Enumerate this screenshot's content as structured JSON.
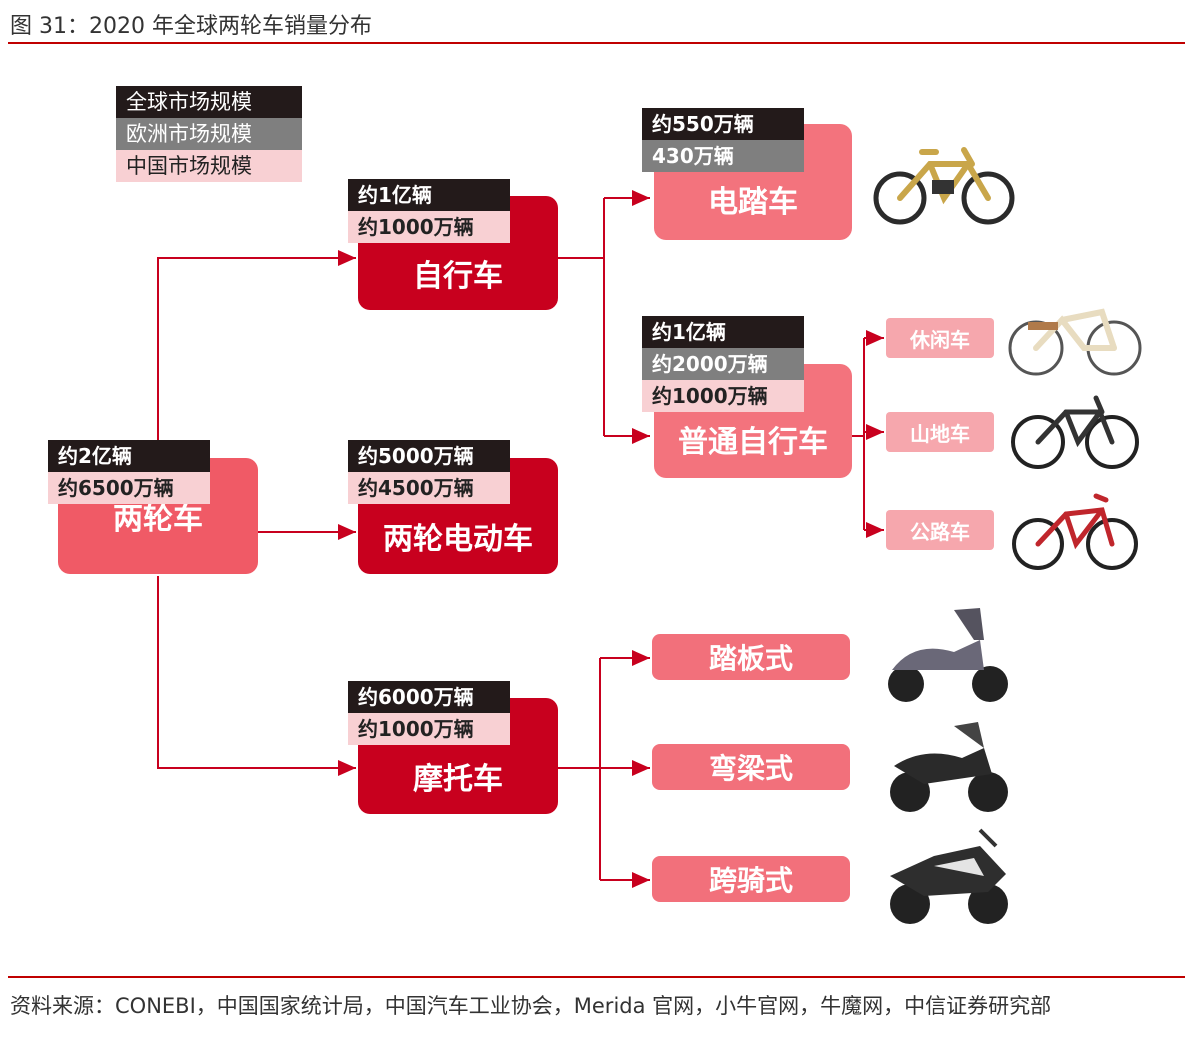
{
  "figure_title": "图 31：2020 年全球两轮车销量分布",
  "legend": [
    "全球市场规模",
    "欧洲市场规模",
    "中国市场规模"
  ],
  "nodes": {
    "two_wheeler": {
      "name": "两轮车",
      "global": "约2亿辆",
      "china": "约6500万辆"
    },
    "bicycle": {
      "name": "自行车",
      "global": "约1亿辆",
      "china": "约1000万辆"
    },
    "electric_two_wheeler": {
      "name": "两轮电动车",
      "global": "约5000万辆",
      "china": "约4500万辆"
    },
    "motorcycle": {
      "name": "摩托车",
      "global": "约6000万辆",
      "china": "约1000万辆"
    },
    "ebike": {
      "name": "电踏车",
      "global": "约550万辆",
      "europe": "430万辆"
    },
    "regular_bicycle": {
      "name": "普通自行车",
      "global": "约1亿辆",
      "europe": "约2000万辆",
      "china": "约1000万辆"
    },
    "casual_bike": {
      "name": "休闲车"
    },
    "mountain_bike": {
      "name": "山地车"
    },
    "road_bike": {
      "name": "公路车"
    },
    "scooter": {
      "name": "踏板式"
    },
    "underbone": {
      "name": "弯梁式"
    },
    "straddle": {
      "name": "跨骑式"
    }
  },
  "source": "资料来源：CONEBI，中国国家统计局，中国汽车工业协会，Merida 官网，小牛官网，牛魔网，中信证券研究部",
  "colors": {
    "accent_red": "#c8001e",
    "pink": "#f05a66",
    "light_pink": "#f8d0d3",
    "label_black": "#231a1a",
    "label_gray": "#7f7f7f"
  }
}
